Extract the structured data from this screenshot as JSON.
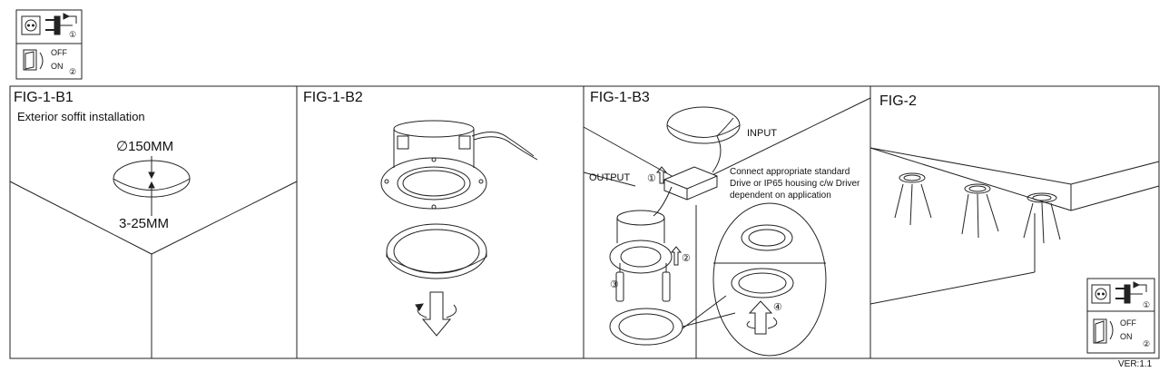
{
  "top_icons": {
    "step1": "①",
    "step2": "②",
    "off": "OFF",
    "on": "ON"
  },
  "panels": [
    {
      "title": "FIG-1-B1",
      "subtitle": "Exterior soffit installation",
      "diameter_label": "∅150MM",
      "depth_label": "3-25MM"
    },
    {
      "title": "FIG-1-B2"
    },
    {
      "title": "FIG-1-B3",
      "input_label": "INPUT",
      "output_label": "OUTPUT",
      "driver_note": [
        "Connect appropriate standard",
        "Drive or IP65 housing c/w Driver",
        "dependent on application"
      ],
      "steps": [
        "①",
        "②",
        "③",
        "④"
      ]
    },
    {
      "title": "FIG-2"
    }
  ],
  "bottom_icons": {
    "step1": "①",
    "step2": "②",
    "off": "OFF",
    "on": "ON"
  },
  "version": "VER:1.1",
  "icons": [
    "power-socket-icon",
    "plug-icon",
    "light-switch-icon",
    "rotate-arrow-icon",
    "screwdriver-icon",
    "up-arrow-icon"
  ]
}
